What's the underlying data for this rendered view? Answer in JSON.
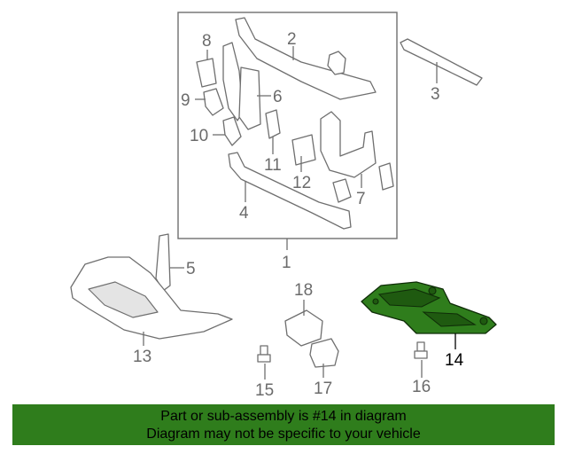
{
  "callouts": {
    "c1": "1",
    "c2": "2",
    "c3": "3",
    "c4": "4",
    "c5": "5",
    "c6": "6",
    "c7": "7",
    "c8": "8",
    "c9": "9",
    "c10": "10",
    "c11": "11",
    "c12": "12",
    "c13": "13",
    "c14": "14",
    "c15": "15",
    "c16": "16",
    "c17": "17",
    "c18": "18"
  },
  "highlighted_part": "14",
  "colors": {
    "highlight": "#2f7d1c",
    "banner": "#2f7d1c",
    "line": "#6f6f6f"
  },
  "banner": {
    "line1": "Part or sub-assembly is #14 in diagram",
    "line2": "Diagram may not be specific to your vehicle"
  }
}
